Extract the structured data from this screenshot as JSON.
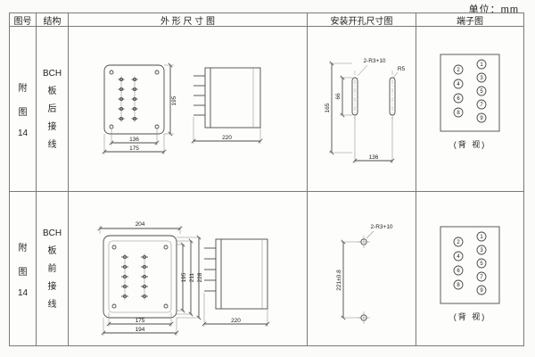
{
  "unit_label": "单位：mm",
  "header": {
    "fig": "图号",
    "struct": "结构",
    "outline": "外 形 尺 寸 图",
    "mounting": "安装开孔尺寸图",
    "terminal": "端子图"
  },
  "rows": [
    {
      "fig": [
        "附",
        "图",
        "14"
      ],
      "structure": [
        "BCH",
        "板",
        "后",
        "接",
        "线"
      ],
      "outline": {
        "front_height": "195",
        "bottom_w1": "136",
        "bottom_w2": "175",
        "side_depth": "220"
      },
      "mounting": {
        "holes_label": "2-R3+10",
        "radius_label": "R5",
        "dim_total": "165",
        "dim_inner": "66",
        "dim_width": "136"
      },
      "terminal": {
        "caption": "(背 视)",
        "left": [
          "2",
          "4",
          "6",
          "8"
        ],
        "right": [
          "1",
          "3",
          "5",
          "7",
          "9"
        ]
      }
    },
    {
      "fig": [
        "附",
        "图",
        "14"
      ],
      "structure": [
        "BCH",
        "板",
        "前",
        "接",
        "线"
      ],
      "outline": {
        "top_width": "204",
        "right_d1": "195",
        "right_d2": "211",
        "right_d3": "228",
        "bottom_w1": "175",
        "bottom_w2": "194",
        "side_depth": "220"
      },
      "mounting": {
        "holes_label": "2-R3+10",
        "dim_vertical": "221±0.8"
      },
      "terminal": {
        "caption": "(背 视)",
        "left": [
          "2",
          "4",
          "6",
          "8"
        ],
        "right": [
          "1",
          "3",
          "5",
          "7",
          "9"
        ]
      }
    }
  ]
}
